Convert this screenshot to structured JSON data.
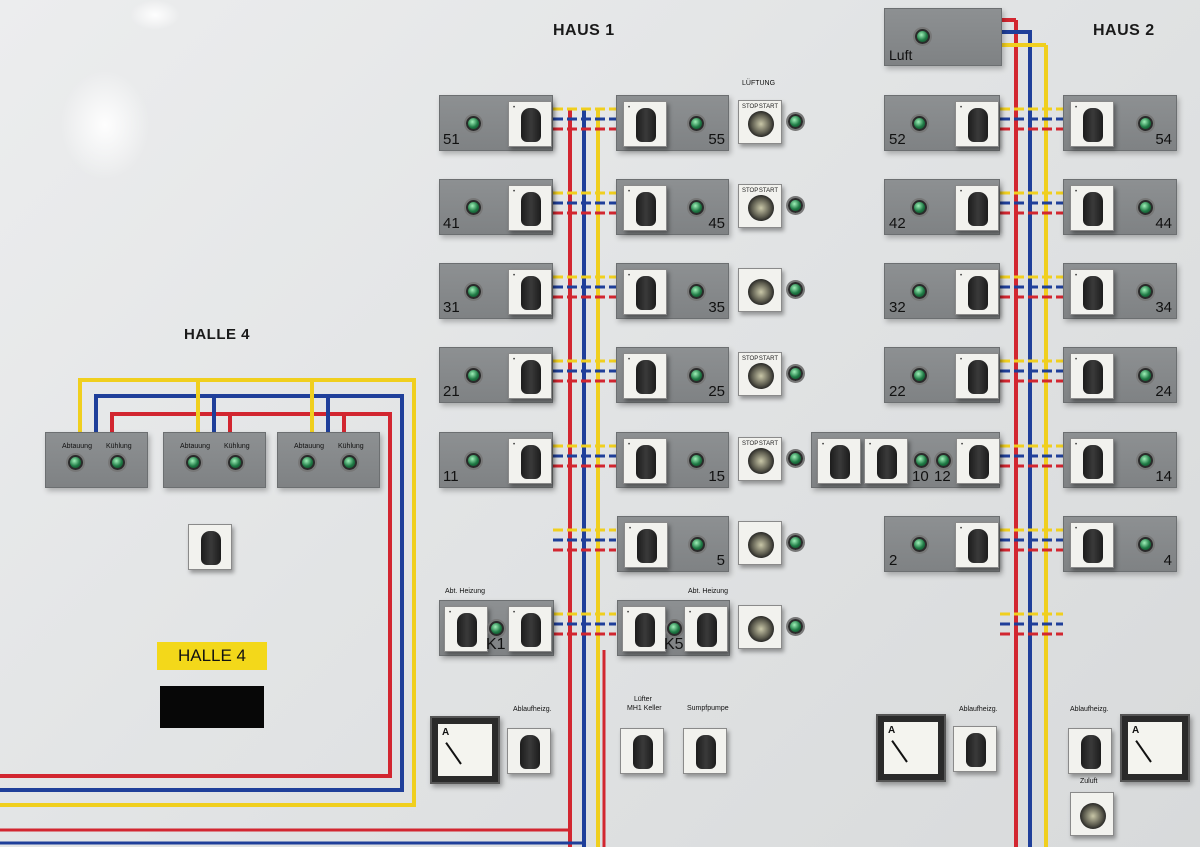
{
  "headings": {
    "haus1": "HAUS 1",
    "haus2": "HAUS 2",
    "halle4": "HALLE 4",
    "luft": "Luft",
    "lueftung": "LÜFTUNG"
  },
  "haus1_left_numbers": [
    "51",
    "41",
    "31",
    "21",
    "11"
  ],
  "haus1_mid_numbers": [
    "55",
    "45",
    "35",
    "25",
    "15",
    "5"
  ],
  "haus2_left_numbers": [
    "52",
    "42",
    "32",
    "22",
    "2"
  ],
  "haus2_right_numbers": [
    "54",
    "44",
    "34",
    "24",
    "14",
    "4"
  ],
  "haus2_mid_numbers": [
    "10",
    "12"
  ],
  "k_labels": [
    "K1",
    "K5"
  ],
  "abt_heizung": "Abt. Heizung",
  "halle_plate_labels": {
    "abtauung": "Abtauung",
    "kuehlung": "Kühlung"
  },
  "halle_tag": "HALLE 4",
  "button_labels": {
    "stop": "STOP",
    "start": "START"
  },
  "bottom_labels": {
    "ablaufheizg": "Ablaufheizg.",
    "luefter_line1": "Lüfter",
    "luefter_line2": "MH1 Keller",
    "sumpfpumpe": "Sumpfpumpe",
    "zuluft": "Zuluft"
  },
  "meter_symbol": "A",
  "wire_colors": {
    "yellow": "#f0cf1e",
    "blue": "#1f3f9a",
    "red": "#d22630"
  }
}
